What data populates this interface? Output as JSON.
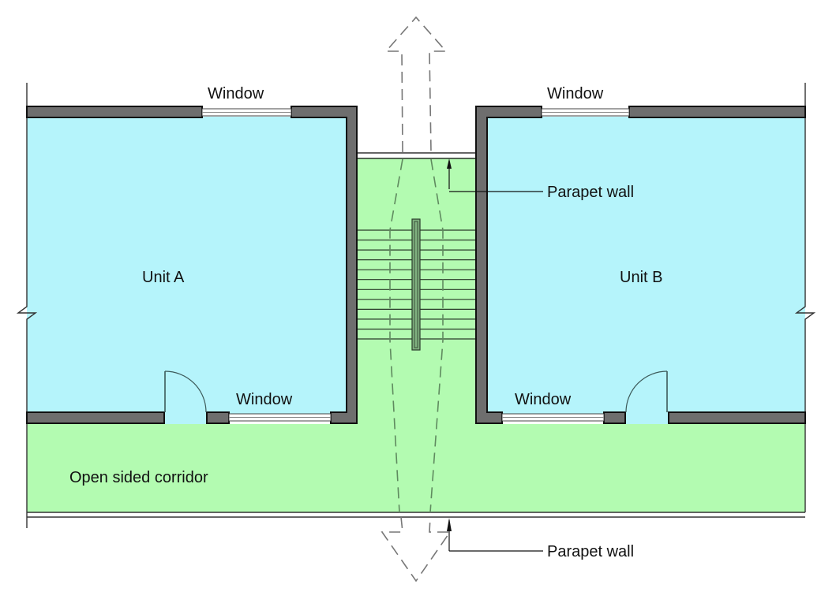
{
  "diagram": {
    "title": "Floor plan: two units with central open staircase and open sided corridor",
    "colors": {
      "unit_fill": "#b5f4fb",
      "circulation_fill": "#b3fbb1",
      "wall_fill": "#6e6e6e",
      "outline": "#111111",
      "escape_arrow": "#777777"
    },
    "labels": {
      "unit_a": "Unit A",
      "unit_b": "Unit B",
      "corridor": "Open sided corridor",
      "window_top_left": "Window",
      "window_top_right": "Window",
      "window_bottom_left": "Window",
      "window_bottom_right": "Window",
      "parapet_upper": "Parapet wall",
      "parapet_lower": "Parapet wall"
    },
    "stair": {
      "tread_count": 12
    },
    "escape_directions": [
      "up",
      "down"
    ]
  }
}
